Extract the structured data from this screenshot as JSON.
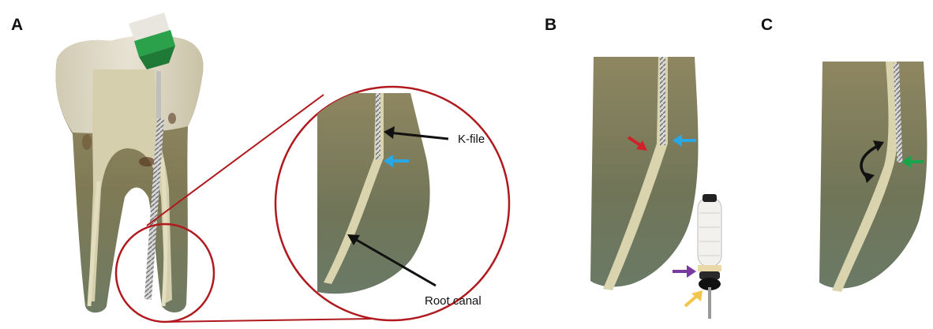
{
  "panels": [
    {
      "id": "A",
      "letter": "A"
    },
    {
      "id": "B",
      "letter": "B"
    },
    {
      "id": "C",
      "letter": "C"
    }
  ],
  "labels": {
    "k_file": "K-file",
    "root_canal": "Root canal"
  },
  "colors": {
    "tooth_enamel": "#e6e1cf",
    "tooth_root": "#8f8456",
    "root_canal": "#d9d3ae",
    "magnifier_ring": "#b0191e",
    "file_handle_green": "#2aa14a",
    "arrow_black": "#111111",
    "arrow_blue": "#2aa8e6",
    "arrow_red": "#d0202a",
    "arrow_green": "#1aa34a",
    "arrow_purple": "#7a3aa0",
    "arrow_yellow": "#f2c64c"
  },
  "icons": {
    "instrument": "endodontic-k-file-icon",
    "stopper": "silicone-stopper-icon"
  }
}
